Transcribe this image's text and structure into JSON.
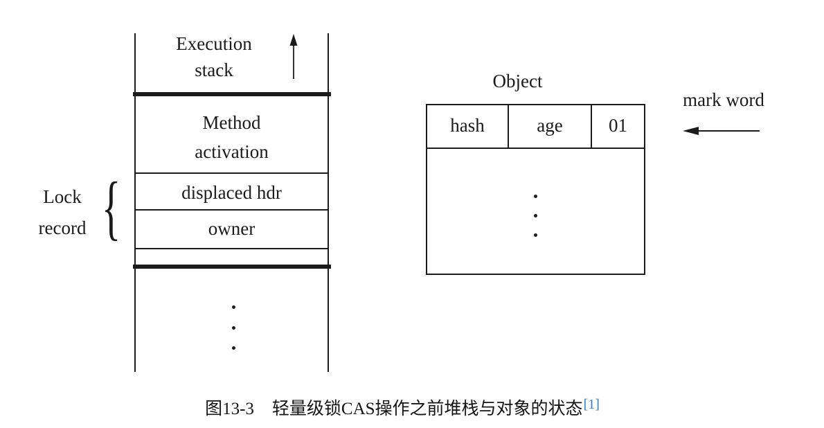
{
  "figure": {
    "execution_stack": {
      "title_line1": "Execution",
      "title_line2": "stack",
      "cells": {
        "method_line1": "Method",
        "method_line2": "activation",
        "displaced_hdr": "displaced hdr",
        "owner": "owner"
      }
    },
    "lock_record": {
      "label_line1": "Lock",
      "label_line2": "record",
      "brace": "{"
    },
    "object": {
      "title": "Object",
      "header_cells": [
        "hash",
        "age",
        "01"
      ]
    },
    "mark_word_label": "mark word",
    "caption": {
      "figure_number": "图13-3",
      "text": "轻量级锁CAS操作之前堆栈与对象的状态",
      "footnote_ref": "[1]"
    },
    "colors": {
      "ink": "#1b1b1b",
      "footnote_blue": "#2e7fc1"
    }
  }
}
